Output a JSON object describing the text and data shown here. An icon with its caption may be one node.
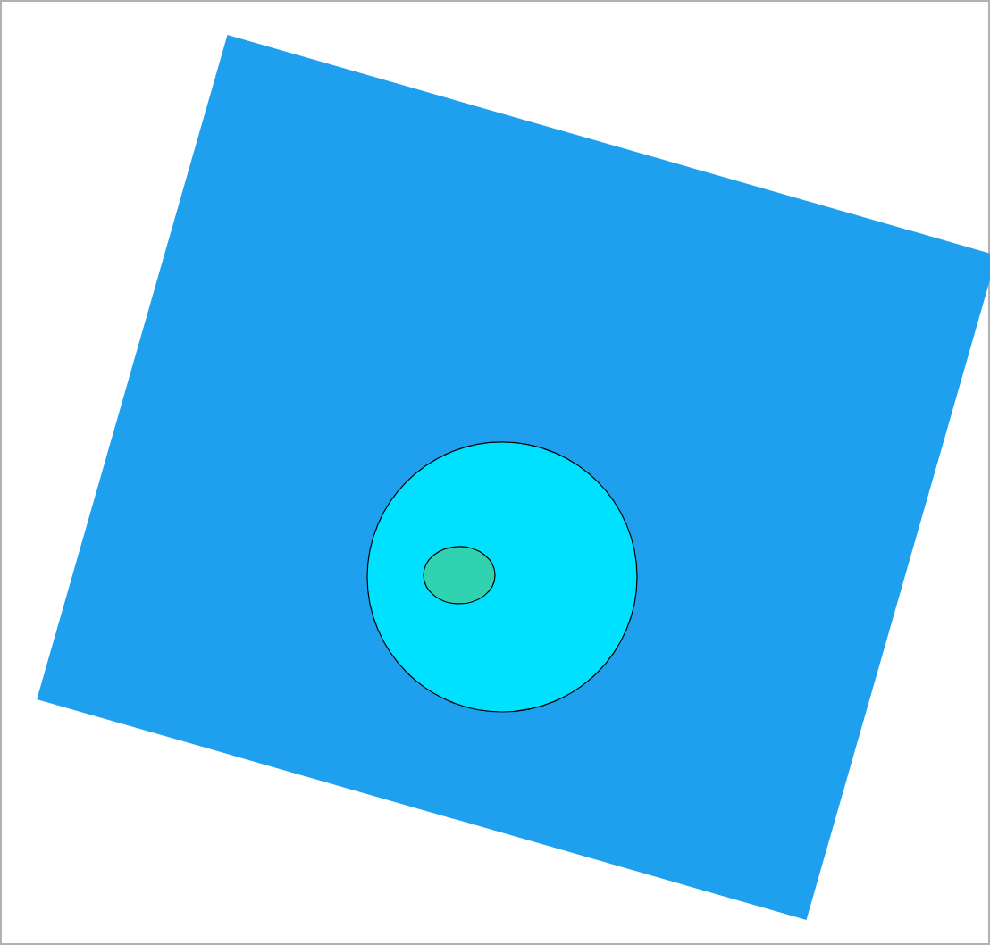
{
  "diagram": {
    "nodes": [
      {
        "text": [],
        "shape": "box"
      },
      {
        "text": [],
        "shape": "circle",
        "in": 0
      },
      {
        "text": [],
        "shape": "ellipse",
        "in": 1
      }
    ]
  }
}
